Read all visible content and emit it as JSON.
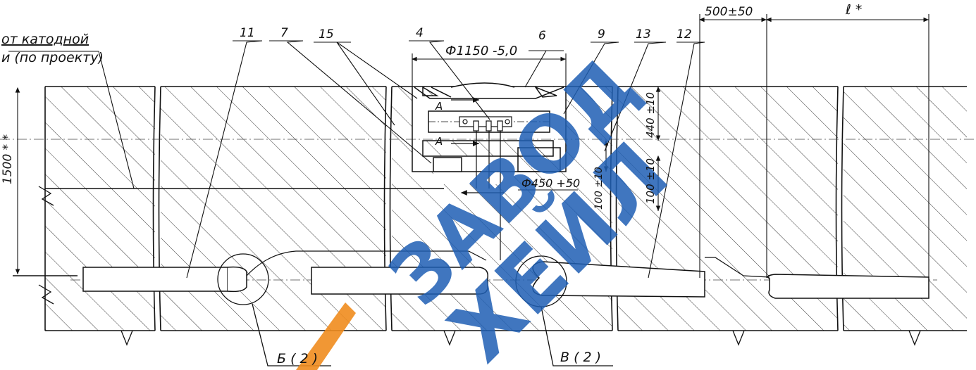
{
  "labels": {
    "note_line1": "от катодной",
    "note_line2": "и (по проекту)",
    "pos_11": "11",
    "pos_7": "7",
    "pos_15": "15",
    "pos_4": "4",
    "pos_6": "6",
    "pos_9": "9",
    "pos_13": "13",
    "pos_12": "12",
    "dim_diameter_1150": "Ф1150 -5,0",
    "dim_500": "500±50",
    "dim_l": "ℓ *",
    "dim_1500": "1500 * *",
    "dim_440": "440 ±10",
    "dim_d450": "Ф450 +50",
    "dim_100a": "100 ±10",
    "dim_100b": "100 ±10",
    "section_a_top": "А",
    "section_a_bottom": "А",
    "detail_b": "Б ( 2 )",
    "detail_v": "В ( 2 )"
  },
  "watermark": {
    "line1": "ЗАВОД",
    "line2": "ХЕЙЛ",
    "blue": "#1f5fb4",
    "orange": "#f08c1e"
  }
}
